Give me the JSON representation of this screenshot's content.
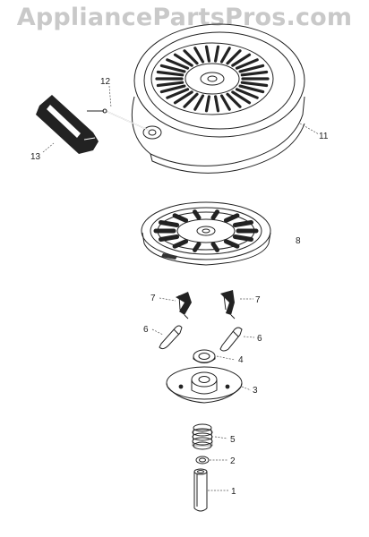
{
  "watermark": "AppliancePartsPros.com",
  "callouts": {
    "c1": "1",
    "c2": "2",
    "c3": "3",
    "c4": "4",
    "c5": "5",
    "c6a": "6",
    "c6b": "6",
    "c7a": "7",
    "c7b": "7",
    "c8": "8",
    "c11": "11",
    "c12": "12",
    "c13": "13"
  }
}
